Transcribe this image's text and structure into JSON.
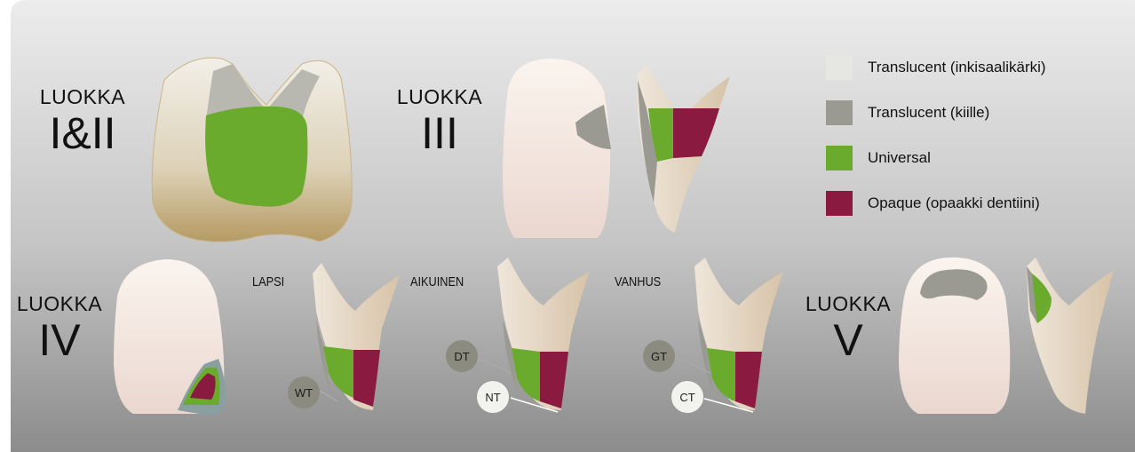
{
  "colors": {
    "translucent_incisal": "#e6e6e2",
    "translucent_enamel": "#9a9a92",
    "universal": "#6aaa2c",
    "opaque": "#8a1a40",
    "background_top": "#e8e8e8",
    "background_bottom": "#8a8a8a"
  },
  "classes": {
    "class_1_2": {
      "word": "LUOKKA",
      "roman": "I&II"
    },
    "class_3": {
      "word": "LUOKKA",
      "roman": "III"
    },
    "class_4": {
      "word": "LUOKKA",
      "roman": "IV"
    },
    "class_5": {
      "word": "LUOKKA",
      "roman": "V"
    }
  },
  "age_groups": {
    "child": "LAPSI",
    "adult": "AIKUINEN",
    "elderly": "VANHUS"
  },
  "shade_bubbles": {
    "child": "WT",
    "adult_1": "DT",
    "adult_2": "NT",
    "elderly_1": "GT",
    "elderly_2": "CT"
  },
  "legend": [
    {
      "label": "Translucent (inkisaalikärki)",
      "color": "#e6e6e2"
    },
    {
      "label": "Translucent (kiille)",
      "color": "#9a9a92"
    },
    {
      "label": "Universal",
      "color": "#6aaa2c"
    },
    {
      "label": "Opaque (opaakki dentiini)",
      "color": "#8a1a40"
    }
  ]
}
